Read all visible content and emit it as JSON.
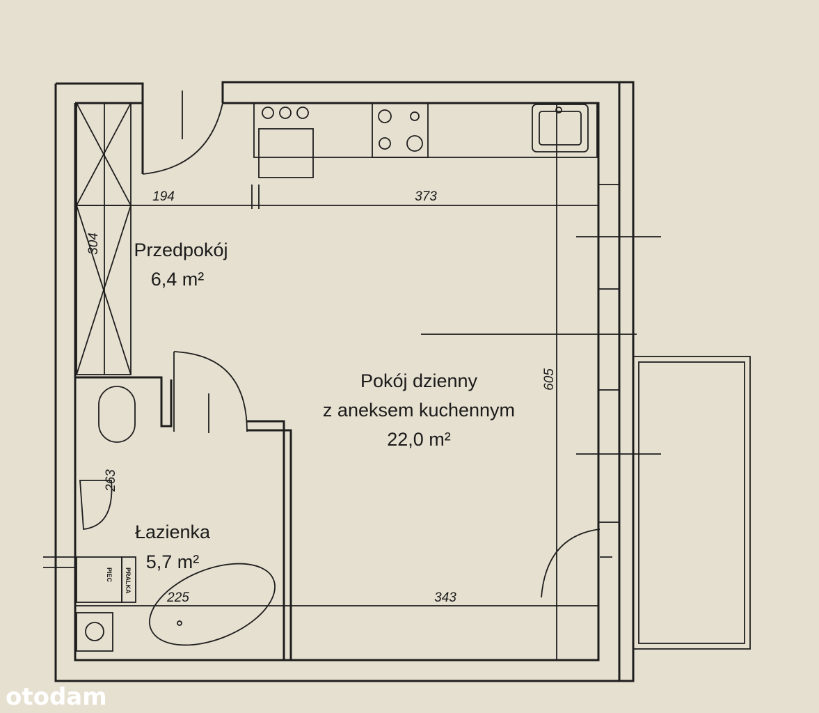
{
  "rooms": {
    "hall": {
      "name": "Przedpokój",
      "area": "6,4 m²"
    },
    "living": {
      "name_line1": "Pokój dzienny",
      "name_line2": "z aneksem kuchennym",
      "area": "22,0 m²"
    },
    "bathroom": {
      "name": "Łazienka",
      "area": "5,7 m²"
    }
  },
  "dimensions": {
    "hall_width": "194",
    "kitchen_width": "373",
    "wardrobe_length": "304",
    "bathroom_depth": "263",
    "bathroom_width": "225",
    "living_width": "343",
    "living_length": "605"
  },
  "fixtures": {
    "washer": "PRALKA",
    "boiler": "PIEC"
  },
  "logo": "otodam",
  "colors": {
    "paper": "#e6e0d0",
    "ink": "#1e1e1e"
  }
}
